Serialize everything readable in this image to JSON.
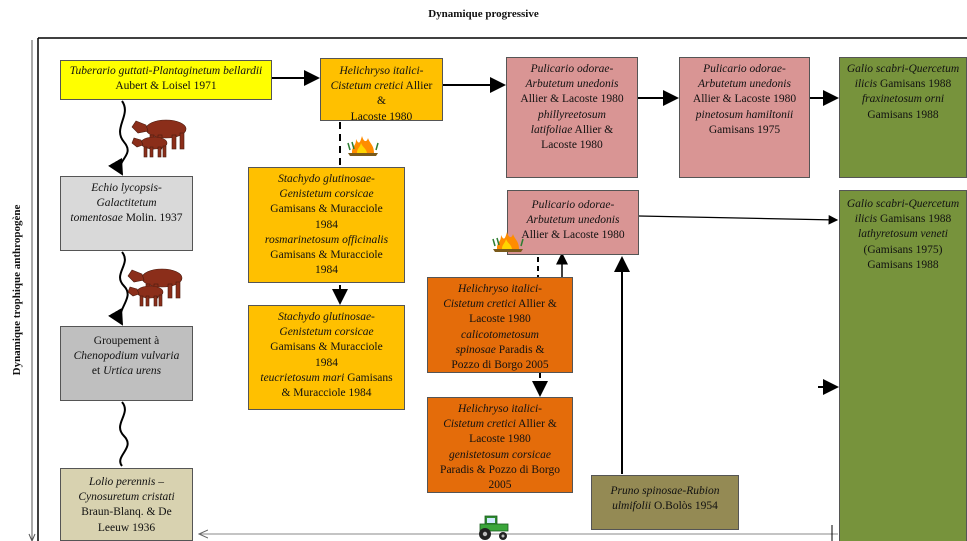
{
  "titles": {
    "top": "Dynamique progressive",
    "side": "Dynamique trophique anthropogène"
  },
  "boxes": {
    "tuberario": {
      "l1": "Tuberario guttati-Plantaginetum bellardii",
      "l2": "Aubert & Loisel 1971",
      "color": "#ffff00"
    },
    "echio": {
      "l1": "Echio lycopsis-",
      "l2": "Galactitetum",
      "l3": "tomentosae",
      "l4": " Molin. 1937",
      "color": "#d9d9d9"
    },
    "groupement": {
      "l1": "Groupement à",
      "l2": "Chenopodium vulvaria",
      "l3": "et",
      "l4": "Urtica urens",
      "color": "#bfbfbf"
    },
    "lolio": {
      "l1": "Lolio perennis –",
      "l2": "Cynosuretum cristati",
      "l3": "Braun-Blanq. & De",
      "l4": "Leeuw 1936",
      "color": "#d8d2b0"
    },
    "helichryso1": {
      "l1": "Helichryso italici-",
      "l2": "Cistetum cretici",
      "l3": " Allier &",
      "l4": "Lacoste 1980",
      "color": "#ffc000"
    },
    "stachydo1": {
      "l1": "Stachydo glutinosae-",
      "l2": "Genistetum corsicae",
      "l3": "Gamisans & Muracciole",
      "l4": "1984",
      "l5": "rosmarinetosum officinalis",
      "l6": "Gamisans & Muracciole",
      "l7": "1984",
      "color": "#ffc000"
    },
    "stachydo2": {
      "l1": "Stachydo glutinosae-",
      "l2": "Genistetum corsicae",
      "l3": "Gamisans & Muracciole",
      "l4": "1984",
      "l5": "teucrietosum mari",
      "l6": " Gamisans",
      "l7": "& Muracciole 1984",
      "color": "#ffc000"
    },
    "pulicario1": {
      "l1": "Pulicario odorae-",
      "l2": "Arbutetum unedonis",
      "l3": "Allier & Lacoste 1980",
      "l4": "phillyreetosum",
      "l5": "latifoliae",
      "l6": " Allier &",
      "l7": "Lacoste 1980",
      "color": "#d99594"
    },
    "pulicario2": {
      "l1": "Pulicario odorae-",
      "l2": "Arbutetum unedonis",
      "l3": "Allier & Lacoste 1980",
      "l4": "pinetosum hamiltonii",
      "l5": "Gamisans 1975",
      "color": "#d99594"
    },
    "pulicario3": {
      "l1": "Pulicario odorae-",
      "l2": "Arbutetum unedonis",
      "l3": "Allier & Lacoste 1980",
      "color": "#d99594"
    },
    "helichryso2": {
      "l1": "Helichryso italici-",
      "l2": "Cistetum cretici",
      "l3": " Allier &",
      "l4": "Lacoste 1980",
      "l5": "calicotometosum",
      "l6": "spinosae",
      "l7": " Paradis &",
      "l8": "Pozzo di Borgo 2005",
      "color": "#e46c0a"
    },
    "helichryso3": {
      "l1": "Helichryso italici-",
      "l2": "Cistetum cretici",
      "l3": " Allier &",
      "l4": "Lacoste 1980",
      "l5": "genistetosum corsicae",
      "l6": "Paradis & Pozzo di Borgo",
      "l7": "2005",
      "color": "#e46c0a"
    },
    "pruno": {
      "l1": "Pruno spinosae-Rubion",
      "l2": "ulmifolii",
      "l3": " O.Bolòs 1954",
      "color": "#948a54"
    },
    "galio1": {
      "l1": "Galio scabri-Quercetum",
      "l2": "ilicis",
      "l3": " Gamisans 1988",
      "l4": "fraxinetosum orni",
      "l5": "Gamisans 1988",
      "color": "#77933c"
    },
    "galio2": {
      "l1": "Galio scabri-Quercetum",
      "l2": "ilicis",
      "l3": " Gamisans 1988",
      "l4": "lathyretosum veneti",
      "l5": "(Gamisans 1975)",
      "l6": "Gamisans 1988",
      "color": "#77933c"
    }
  },
  "icons": [
    "cow-icon",
    "cow-icon",
    "fire-icon",
    "fire-icon",
    "tractor-icon"
  ]
}
